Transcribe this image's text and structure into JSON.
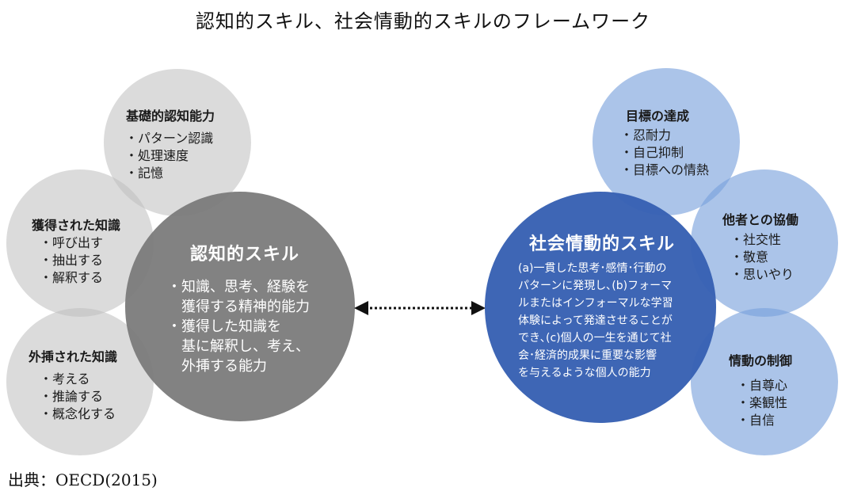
{
  "title": "認知的スキル、社会情動的スキルのフレームワーク",
  "cognitive": {
    "main": {
      "title": "認知的スキル",
      "lines": [
        "・知識、思考、経験を",
        "　獲得する精神的能力",
        "・獲得した知識を",
        "　基に解釈し、考え、",
        "　外挿する能力"
      ]
    },
    "basic": {
      "title": "基礎的認知能力",
      "items": [
        "・パターン認識",
        "・処理速度",
        "・記憶"
      ]
    },
    "acquired": {
      "title": "獲得された知識",
      "items": [
        "・呼び出す",
        "・抽出する",
        "・解釈する"
      ]
    },
    "extrapolated": {
      "title": "外挿された知識",
      "items": [
        "・考える",
        "・推論する",
        "・概念化する"
      ]
    }
  },
  "socio_emotional": {
    "main": {
      "title": "社会情動的スキル",
      "lines": [
        "(a)一貫した思考･感情･行動の",
        "パターンに発現し､(b)フォーマ",
        "ルまたはインフォーマルな学習",
        "体験によって発達させることが",
        "でき､(c)個人の一生を通じて社",
        "会･経済的成果に重要な影響",
        "を与えるような個人の能力"
      ]
    },
    "goals": {
      "title": "目標の達成",
      "items": [
        "・忍耐力",
        "・自己抑制",
        "・目標への情熱"
      ]
    },
    "collaboration": {
      "title": "他者との協働",
      "items": [
        "・社交性",
        "・敬意",
        "・思いやり"
      ]
    },
    "emotion": {
      "title": "情動の制御",
      "items": [
        "・自尊心",
        "・楽観性",
        "・自信"
      ]
    }
  },
  "source": "出典：OECD(2015)",
  "colors": {
    "satellite_grey": "#c4c4c4",
    "main_grey": "#7b7b7b",
    "satellite_blue": "#8fb0e0",
    "main_blue": "#3762b3"
  }
}
